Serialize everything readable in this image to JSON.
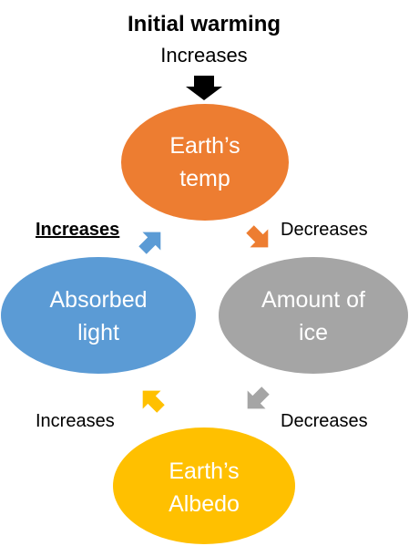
{
  "header": {
    "title": "Initial warming",
    "subtitle": "Increases"
  },
  "nodes": {
    "earth_temp": {
      "line1": "Earth’s",
      "line2": "temp",
      "color": "#ED7D31"
    },
    "amount_ice": {
      "line1": "Amount of",
      "line2": "ice",
      "color": "#A5A5A5"
    },
    "earth_albedo": {
      "line1": "Earth’s",
      "line2": "Albedo",
      "color": "#FFC000"
    },
    "absorbed_light": {
      "line1": "Absorbed",
      "line2": "light",
      "color": "#5B9BD5"
    }
  },
  "edges": {
    "temp_to_ice": {
      "label": "Decreases",
      "color": "#ED7D31"
    },
    "ice_to_albedo": {
      "label": "Decreases",
      "color": "#A5A5A5"
    },
    "albedo_to_light": {
      "label": "Increases",
      "color": "#FFC000"
    },
    "light_to_temp": {
      "label": "Increases",
      "color": "#5B9BD5"
    }
  },
  "input_arrow_color": "#000000"
}
